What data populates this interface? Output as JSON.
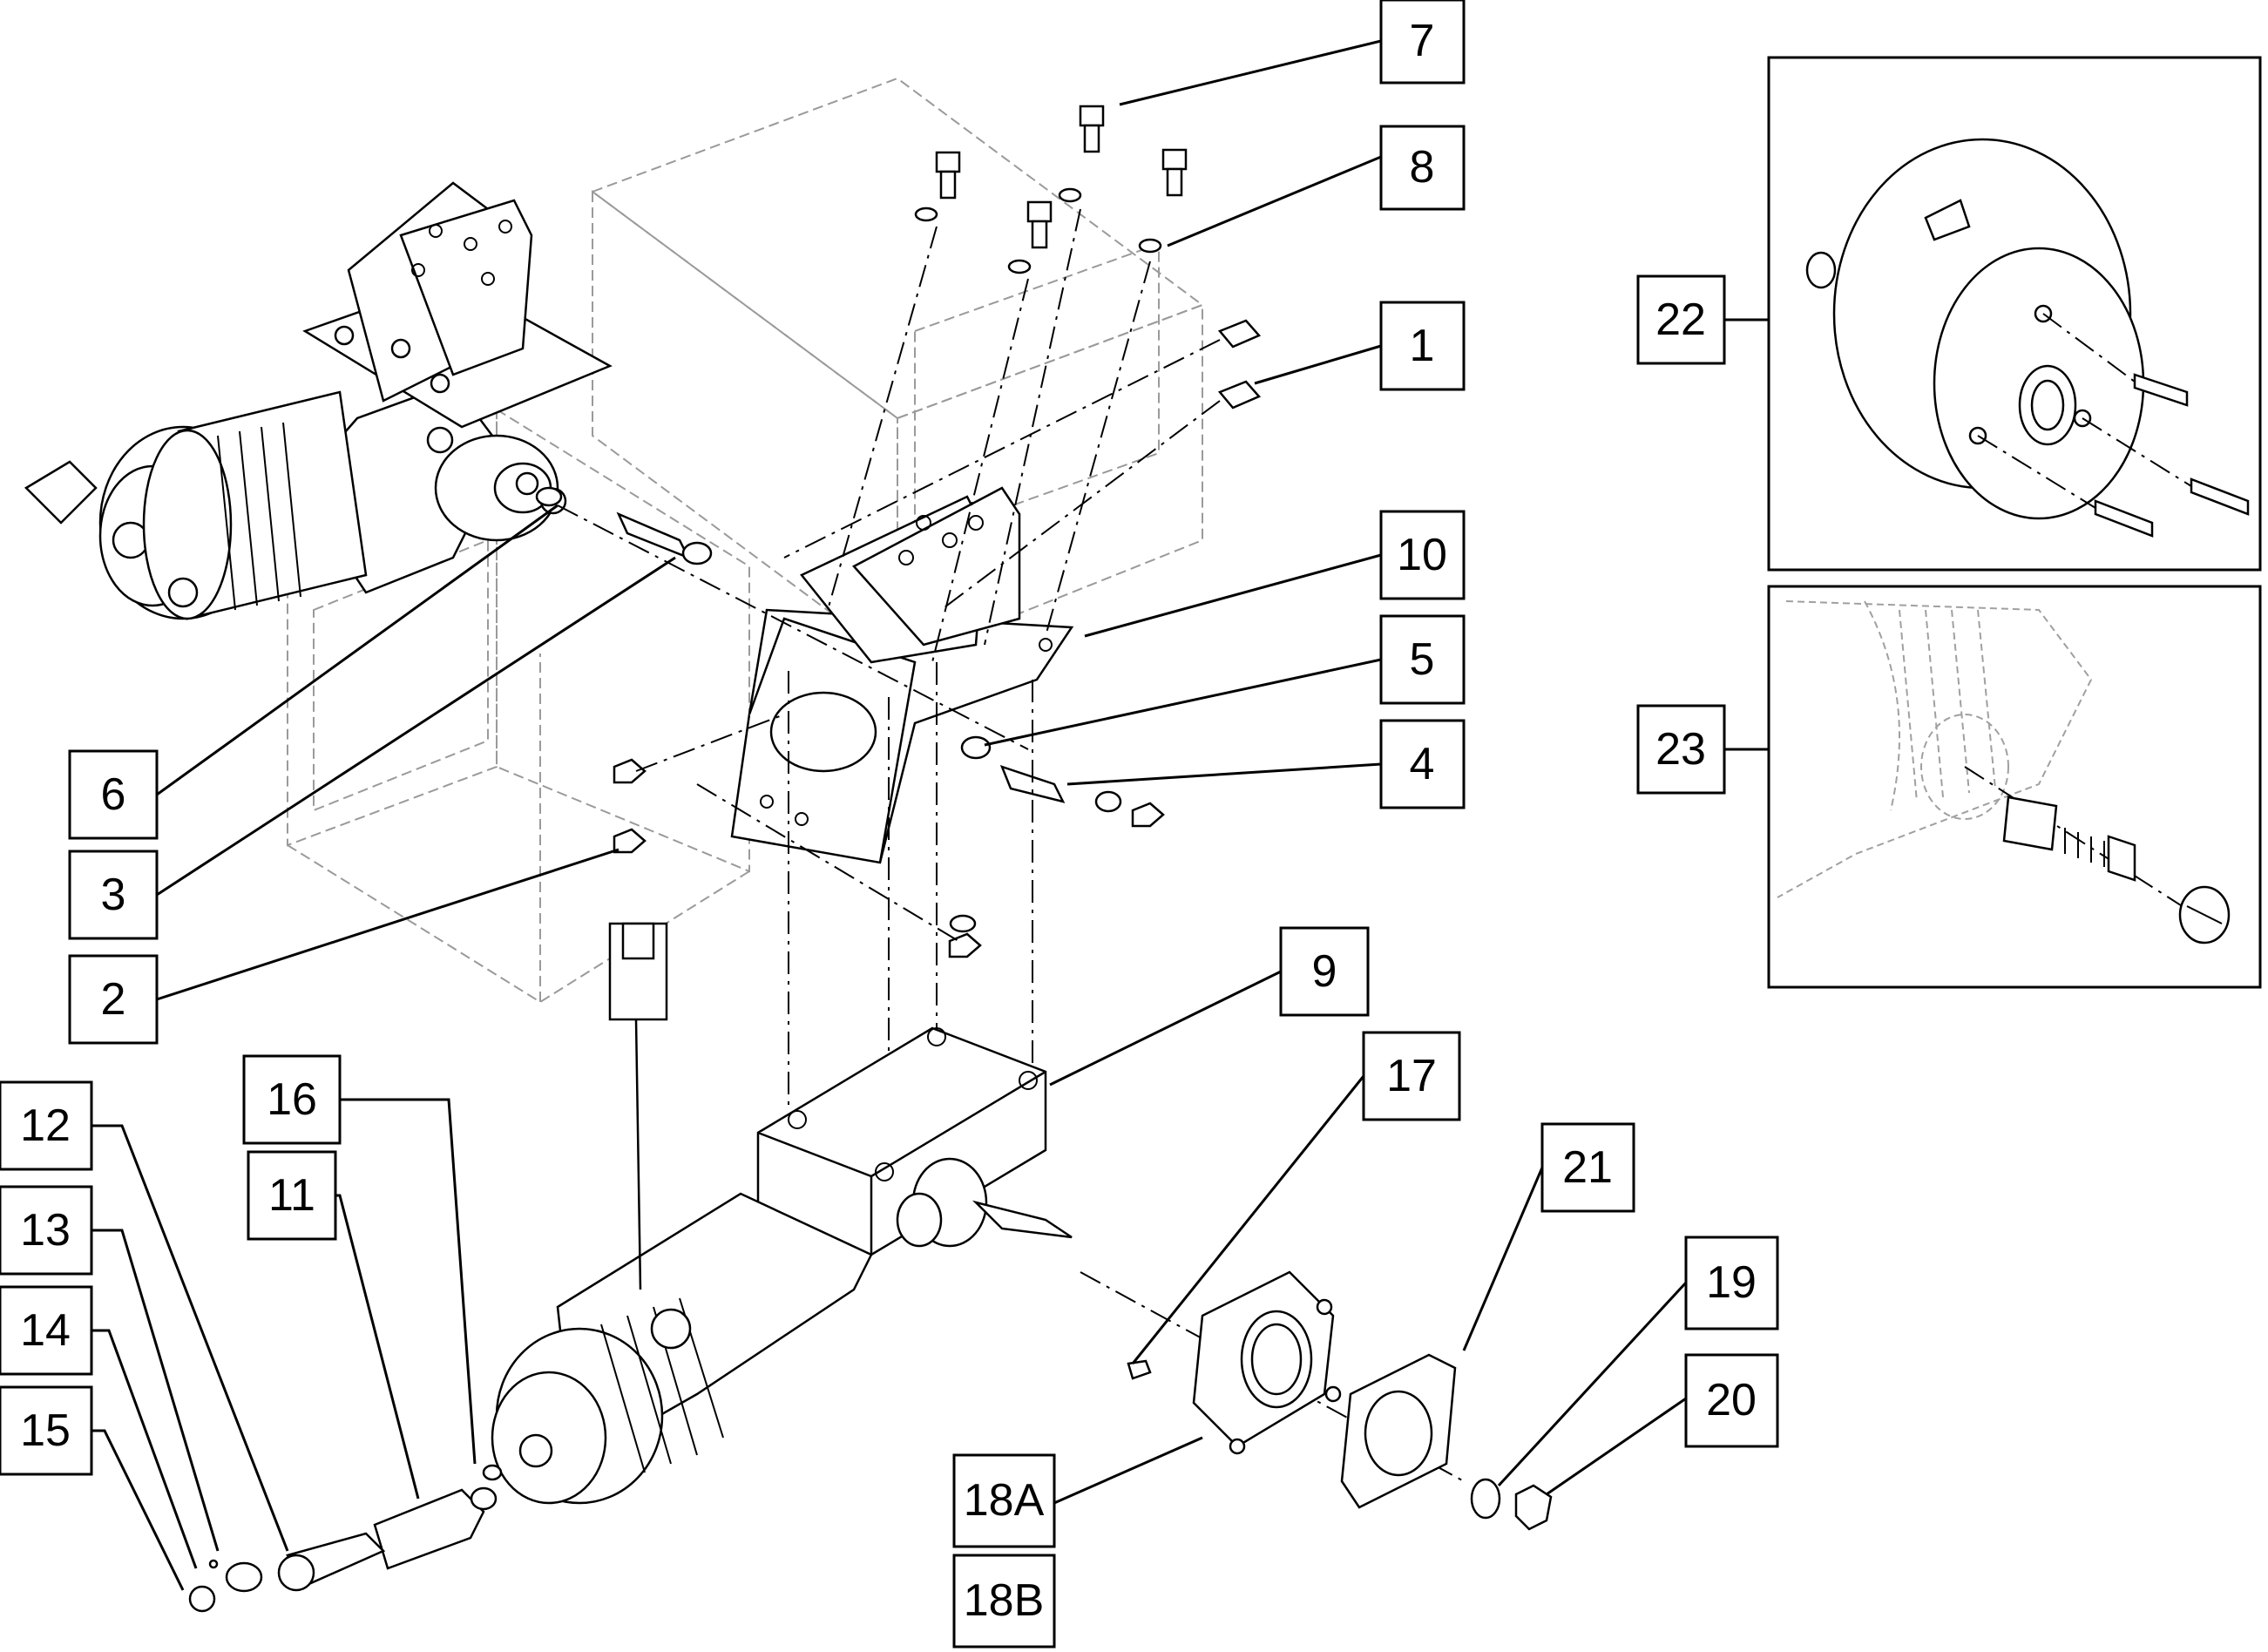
{
  "callouts": [
    {
      "id": "1",
      "label": "1"
    },
    {
      "id": "2",
      "label": "2"
    },
    {
      "id": "3",
      "label": "3"
    },
    {
      "id": "4",
      "label": "4"
    },
    {
      "id": "5",
      "label": "5"
    },
    {
      "id": "6",
      "label": "6"
    },
    {
      "id": "7",
      "label": "7"
    },
    {
      "id": "8",
      "label": "8"
    },
    {
      "id": "9",
      "label": "9"
    },
    {
      "id": "10",
      "label": "10"
    },
    {
      "id": "11",
      "label": "11"
    },
    {
      "id": "12",
      "label": "12"
    },
    {
      "id": "13",
      "label": "13"
    },
    {
      "id": "14",
      "label": "14"
    },
    {
      "id": "15",
      "label": "15"
    },
    {
      "id": "16",
      "label": "16"
    },
    {
      "id": "17",
      "label": "17"
    },
    {
      "id": "18A",
      "label": "18A"
    },
    {
      "id": "18B",
      "label": "18B"
    },
    {
      "id": "19",
      "label": "19"
    },
    {
      "id": "20",
      "label": "20"
    },
    {
      "id": "21",
      "label": "21"
    },
    {
      "id": "22",
      "label": "22"
    },
    {
      "id": "23",
      "label": "23"
    }
  ]
}
